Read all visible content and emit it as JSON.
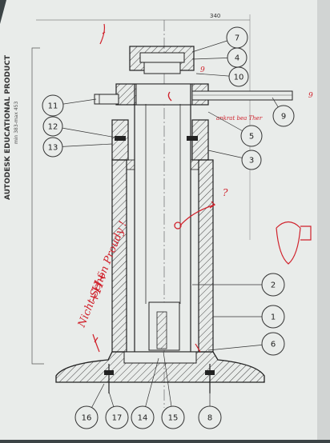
{
  "drawing": {
    "top_dimension": "340",
    "side_banner": "AUTODESK EDUCATIONAL PRODUCT",
    "side_small_text": "min 383-max 453",
    "red_dim_mark": "9",
    "red_mark_9": "9",
    "annotations": {
      "unclear_left": "Nicht Schön Proudy !",
      "hatching_left": "+H+",
      "under_plate": "ankrat bea Ther",
      "question": "?"
    },
    "callouts": [
      "7",
      "4",
      "10",
      "11",
      "9",
      "12",
      "5",
      "13",
      "3",
      "2",
      "1",
      "6",
      "16",
      "17",
      "14",
      "15",
      "8"
    ]
  }
}
